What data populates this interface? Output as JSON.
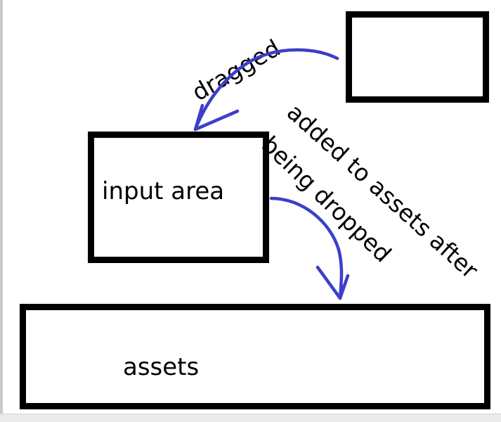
{
  "diagram": {
    "boxes": {
      "source": {
        "label": ""
      },
      "input_area": {
        "label": "input area"
      },
      "assets": {
        "label": "assets"
      }
    },
    "annotations": {
      "dragged": "dragged",
      "added_line1": "added to assets after",
      "added_line2": "being dropped"
    },
    "colors": {
      "box_border": "#000000",
      "arrow": "#3b3fc9",
      "text": "#000000",
      "background": "#ffffff"
    }
  }
}
